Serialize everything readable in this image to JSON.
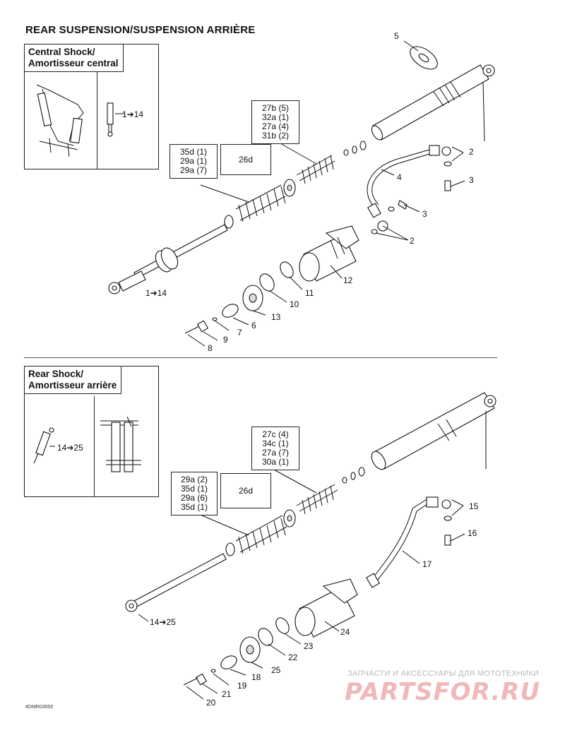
{
  "page": {
    "title": "REAR SUSPENSION/SUSPENSION ARRIÈRE",
    "ref_code": "4DMR03005"
  },
  "sections": {
    "central": {
      "inset_title_line1": "Central Shock/",
      "inset_title_line2": "Amortisseur central",
      "inset_ref": "1➔14",
      "box_a": [
        "27b (5)",
        "32a (1)",
        "27a (4)",
        "31b (2)"
      ],
      "box_b": [
        "35d (1)",
        "29a (1)",
        "29a (7)"
      ],
      "box_c": "26d",
      "callouts": {
        "c1_14": "1➔14",
        "c2a": "2",
        "c2b": "2",
        "c3a": "3",
        "c3b": "3",
        "c4": "4",
        "c5": "5",
        "c6": "6",
        "c7": "7",
        "c8": "8",
        "c9": "9",
        "c10": "10",
        "c11": "11",
        "c12": "12",
        "c13": "13"
      }
    },
    "rear": {
      "inset_title_line1": "Rear Shock/",
      "inset_title_line2": "Amortisseur arrière",
      "inset_ref": "14➔25",
      "box_a": [
        "27c (4)",
        "34c (1)",
        "27a (7)",
        "30a (1)"
      ],
      "box_b": [
        "29a (2)",
        "35d (1)",
        "29a (6)",
        "35d (1)"
      ],
      "box_c": "26d",
      "callouts": {
        "c14_25": "14➔25",
        "c15": "15",
        "c16": "16",
        "c17": "17",
        "c18": "18",
        "c19": "19",
        "c20": "20",
        "c21": "21",
        "c22": "22",
        "c23": "23",
        "c24": "24",
        "c25": "25"
      }
    }
  },
  "watermark": {
    "line1": "ЗАПЧАСТИ И АКСЕССУАРЫ ДЛЯ МОТОТЕХНИКИ",
    "logo": "PARTSFOR.RU"
  }
}
